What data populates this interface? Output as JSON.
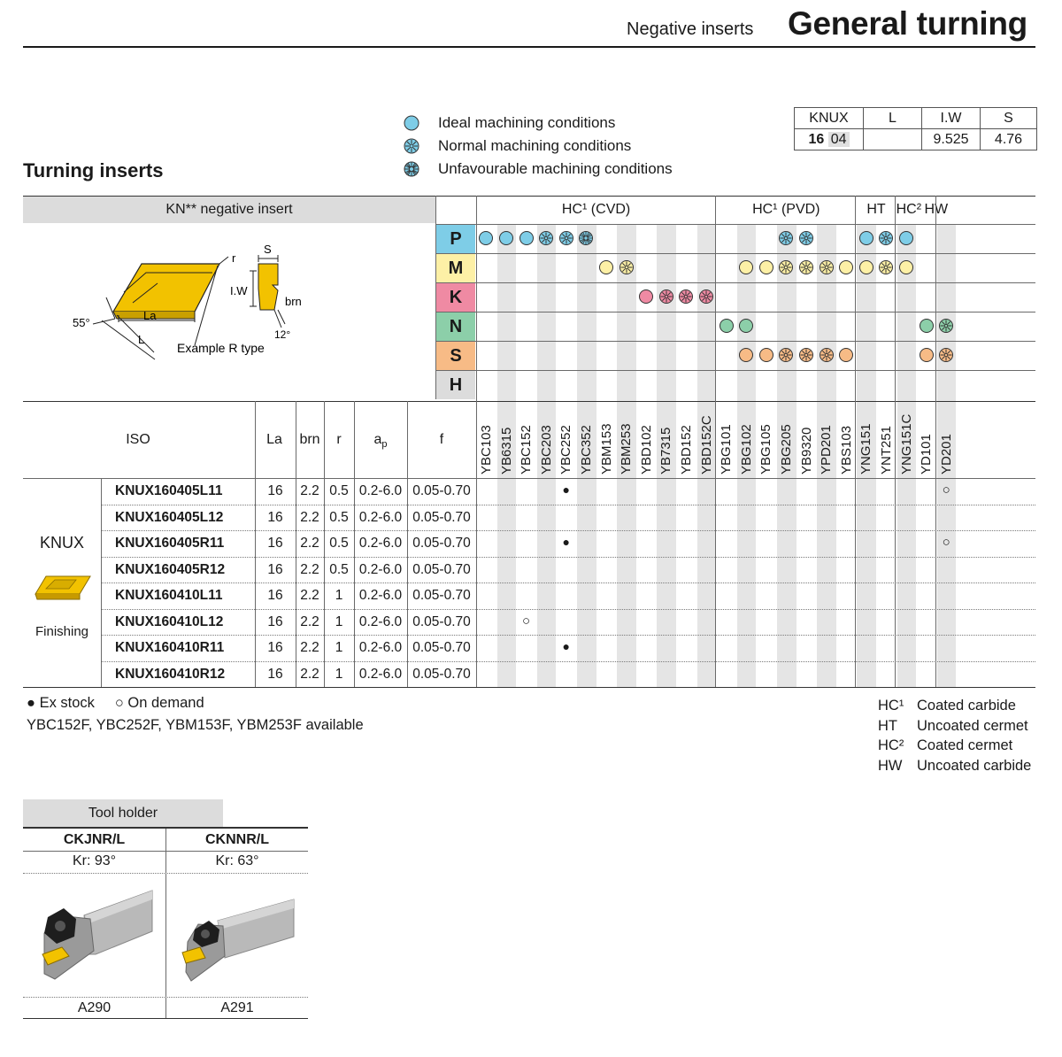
{
  "header": {
    "subtitle": "Negative inserts",
    "title": "General turning"
  },
  "legend": {
    "items": [
      {
        "symbol": "ideal",
        "text": "Ideal machining conditions"
      },
      {
        "symbol": "normal",
        "text": "Normal machining conditions"
      },
      {
        "symbol": "unfav",
        "text": "Unfavourable machining conditions"
      }
    ]
  },
  "dims_table": {
    "headers": [
      "KNUX",
      "L",
      "I.W",
      "S"
    ],
    "row_size": "16",
    "row_thick": "04",
    "row_L": "",
    "row_IW": "9.525",
    "row_S": "4.76"
  },
  "section_title": "Turning inserts",
  "insert_header": "KN** negative insert",
  "diagram": {
    "labels": {
      "r": "r",
      "S": "S",
      "IW": "I.W",
      "brn": "brn",
      "angle55": "55°",
      "La": "La",
      "L": "L",
      "angle12": "12°",
      "example": "Example R type"
    }
  },
  "groups": [
    {
      "label": "HC¹ (CVD)"
    },
    {
      "label": "HC¹ (PVD)"
    },
    {
      "label": "HT"
    },
    {
      "label": "HC²"
    },
    {
      "label": "HW"
    }
  ],
  "materials": [
    {
      "letter": "P",
      "color": "#7ecde7"
    },
    {
      "letter": "M",
      "color": "#fdf0a6"
    },
    {
      "letter": "K",
      "color": "#ef8aa3"
    },
    {
      "letter": "N",
      "color": "#8ccfa9"
    },
    {
      "letter": "S",
      "color": "#f7bb86"
    },
    {
      "letter": "H",
      "color": "#dcdcdc"
    }
  ],
  "grades": [
    "YBC103",
    "YB6315",
    "YBC152",
    "YBC203",
    "YBC252",
    "YBC352",
    "YBM153",
    "YBM253",
    "YBD102",
    "YB7315",
    "YBD152",
    "YBD152C",
    "YBG101",
    "YBG102",
    "YBG105",
    "YBG205",
    "YB9320",
    "YPD201",
    "YBS103",
    "YNG151",
    "YNT251",
    "YNG151C",
    "YD101",
    "YD201"
  ],
  "suitability": {
    "P": [
      [
        "YBC103",
        "ideal"
      ],
      [
        "YB6315",
        "ideal"
      ],
      [
        "YBC152",
        "ideal"
      ],
      [
        "YBC203",
        "normal"
      ],
      [
        "YBC252",
        "normal"
      ],
      [
        "YBC352",
        "unfav"
      ],
      [
        "YBG205",
        "normal"
      ],
      [
        "YB9320",
        "normal"
      ],
      [
        "YNG151",
        "ideal"
      ],
      [
        "YNT251",
        "normal"
      ],
      [
        "YNG151C",
        "ideal"
      ]
    ],
    "M": [
      [
        "YBM153",
        "ideal"
      ],
      [
        "YBM253",
        "normal"
      ],
      [
        "YBG102",
        "ideal"
      ],
      [
        "YBG105",
        "ideal"
      ],
      [
        "YBG205",
        "normal"
      ],
      [
        "YB9320",
        "normal"
      ],
      [
        "YPD201",
        "normal"
      ],
      [
        "YBS103",
        "ideal"
      ],
      [
        "YNG151",
        "ideal"
      ],
      [
        "YNT251",
        "normal"
      ],
      [
        "YNG151C",
        "ideal"
      ]
    ],
    "K": [
      [
        "YBD102",
        "ideal"
      ],
      [
        "YB7315",
        "normal"
      ],
      [
        "YBD152",
        "normal"
      ],
      [
        "YBD152C",
        "normal"
      ]
    ],
    "N": [
      [
        "YBG101",
        "ideal"
      ],
      [
        "YBG102",
        "ideal"
      ],
      [
        "YD101",
        "ideal"
      ],
      [
        "YD201",
        "normal"
      ]
    ],
    "S": [
      [
        "YBG102",
        "ideal"
      ],
      [
        "YBG105",
        "ideal"
      ],
      [
        "YBG205",
        "normal"
      ],
      [
        "YB9320",
        "normal"
      ],
      [
        "YPD201",
        "normal"
      ],
      [
        "YBS103",
        "ideal"
      ],
      [
        "YD101",
        "ideal"
      ],
      [
        "YD201",
        "normal"
      ]
    ],
    "H": []
  },
  "table_headers": {
    "iso": "ISO",
    "la": "La",
    "brn": "brn",
    "r": "r",
    "ap": "a",
    "ap_sub": "p",
    "f": "f"
  },
  "family": {
    "name": "KNUX",
    "application": "Finishing"
  },
  "rows": [
    {
      "iso": "KNUX160405L11",
      "la": "16",
      "brn": "2.2",
      "r": "0.5",
      "ap": "0.2-6.0",
      "f": "0.05-0.70",
      "stock": [
        [
          "YBC252",
          "ex"
        ],
        [
          "YD201",
          "demand"
        ]
      ]
    },
    {
      "iso": "KNUX160405L12",
      "la": "16",
      "brn": "2.2",
      "r": "0.5",
      "ap": "0.2-6.0",
      "f": "0.05-0.70",
      "stock": []
    },
    {
      "iso": "KNUX160405R11",
      "la": "16",
      "brn": "2.2",
      "r": "0.5",
      "ap": "0.2-6.0",
      "f": "0.05-0.70",
      "stock": [
        [
          "YBC252",
          "ex"
        ],
        [
          "YD201",
          "demand"
        ]
      ]
    },
    {
      "iso": "KNUX160405R12",
      "la": "16",
      "brn": "2.2",
      "r": "0.5",
      "ap": "0.2-6.0",
      "f": "0.05-0.70",
      "stock": []
    },
    {
      "iso": "KNUX160410L11",
      "la": "16",
      "brn": "2.2",
      "r": "1",
      "ap": "0.2-6.0",
      "f": "0.05-0.70",
      "stock": []
    },
    {
      "iso": "KNUX160410L12",
      "la": "16",
      "brn": "2.2",
      "r": "1",
      "ap": "0.2-6.0",
      "f": "0.05-0.70",
      "stock": [
        [
          "YBC152",
          "demand"
        ]
      ]
    },
    {
      "iso": "KNUX160410R11",
      "la": "16",
      "brn": "2.2",
      "r": "1",
      "ap": "0.2-6.0",
      "f": "0.05-0.70",
      "stock": [
        [
          "YBC252",
          "ex"
        ]
      ]
    },
    {
      "iso": "KNUX160410R12",
      "la": "16",
      "brn": "2.2",
      "r": "1",
      "ap": "0.2-6.0",
      "f": "0.05-0.70",
      "stock": []
    }
  ],
  "footnotes": {
    "ex_stock": "Ex stock",
    "on_demand": "On demand",
    "available": "YBC152F, YBC252F, YBM153F, YBM253F available"
  },
  "abbreviations": [
    {
      "code": "HC¹",
      "text": "Coated carbide"
    },
    {
      "code": "HT",
      "text": "Uncoated cermet"
    },
    {
      "code": "HC²",
      "text": "Coated cermet"
    },
    {
      "code": "HW",
      "text": "Uncoated carbide"
    }
  ],
  "tool_holder": {
    "title": "Tool holder",
    "items": [
      {
        "name": "CKJNR/L",
        "kr": "Kr: 93°",
        "page": "A290"
      },
      {
        "name": "CKNNR/L",
        "kr": "Kr: 63°",
        "page": "A291"
      }
    ]
  }
}
